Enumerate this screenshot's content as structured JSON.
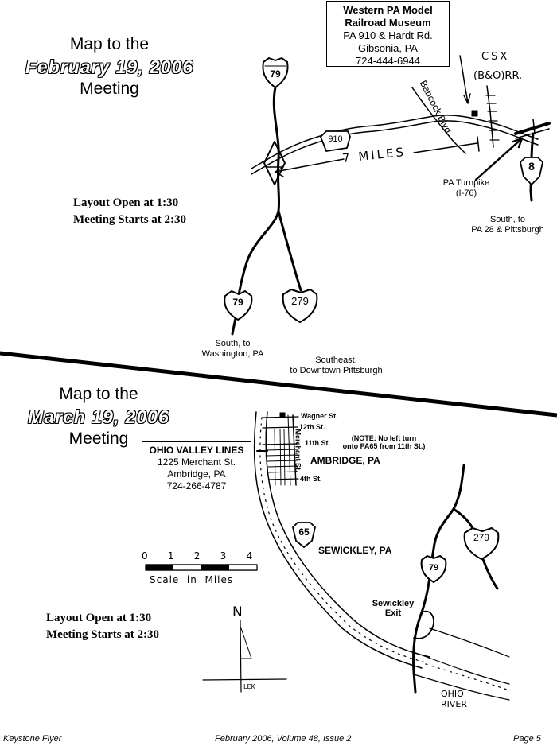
{
  "meeting1": {
    "title_line1": "Map to the",
    "title_date": "February 19, 2006",
    "title_line3": "Meeting",
    "layout_open": "Layout Open at 1:30",
    "meeting_starts": "Meeting Starts at 2:30",
    "venue": {
      "name_line1": "Western PA  Model",
      "name_line2": "Railroad Museum",
      "address": "PA 910 & Hardt Rd.",
      "city": "Gibsonia, PA",
      "phone": "724-444-6944"
    },
    "labels": {
      "csx": "CSX",
      "bo": "(B&O)RR.",
      "babcock": "Babcock Blvd",
      "miles": "7 MILES",
      "turnpike_line1": "PA Turnpike",
      "turnpike_line2": "(I-76)",
      "south28_line1": "South, to",
      "south28_line2": "PA 28 & Pittsburgh",
      "southwash_line1": "South, to",
      "southwash_line2": "Washington, PA",
      "southeast_line1": "Southeast,",
      "southeast_line2": "to Downtown Pittsburgh"
    },
    "shields": {
      "i79_top": "79",
      "pa910": "910",
      "pa8": "8",
      "i79_bottom": "79",
      "i279": "279"
    }
  },
  "meeting2": {
    "title_line1": "Map to the",
    "title_date": "March 19, 2006",
    "title_line3": "Meeting",
    "layout_open": "Layout Open at 1:30",
    "meeting_starts": "Meeting Starts at 2:30",
    "venue": {
      "name": "OHIO VALLEY LINES",
      "address": "1225 Merchant St.",
      "city": "Ambridge, PA",
      "phone": "724-266-4787"
    },
    "labels": {
      "wagner": "Wagner St.",
      "st12": "12th St.",
      "st11": "11th St.",
      "st4": "4th St.",
      "merchant": "Merchant St.",
      "note_line1": "(NOTE:  No left turn",
      "note_line2": "onto PA65 from 11th St.)",
      "ambridge": "AMBRIDGE, PA",
      "sewickley": "SEWICKLEY, PA",
      "exit_line1": "Sewickley",
      "exit_line2": "Exit",
      "river_line1": "OHIO",
      "river_line2": "RIVER",
      "scale_numbers": "0    1    2    3    4",
      "scale_text": "Scale  in  Miles",
      "north": "N",
      "compass_note": "LEK"
    },
    "shields": {
      "pa65": "65",
      "i79": "79",
      "i279": "279"
    }
  },
  "footer": {
    "left": "Keystone Flyer",
    "center": "February 2006, Volume 48, Issue 2",
    "right": "Page 5"
  }
}
